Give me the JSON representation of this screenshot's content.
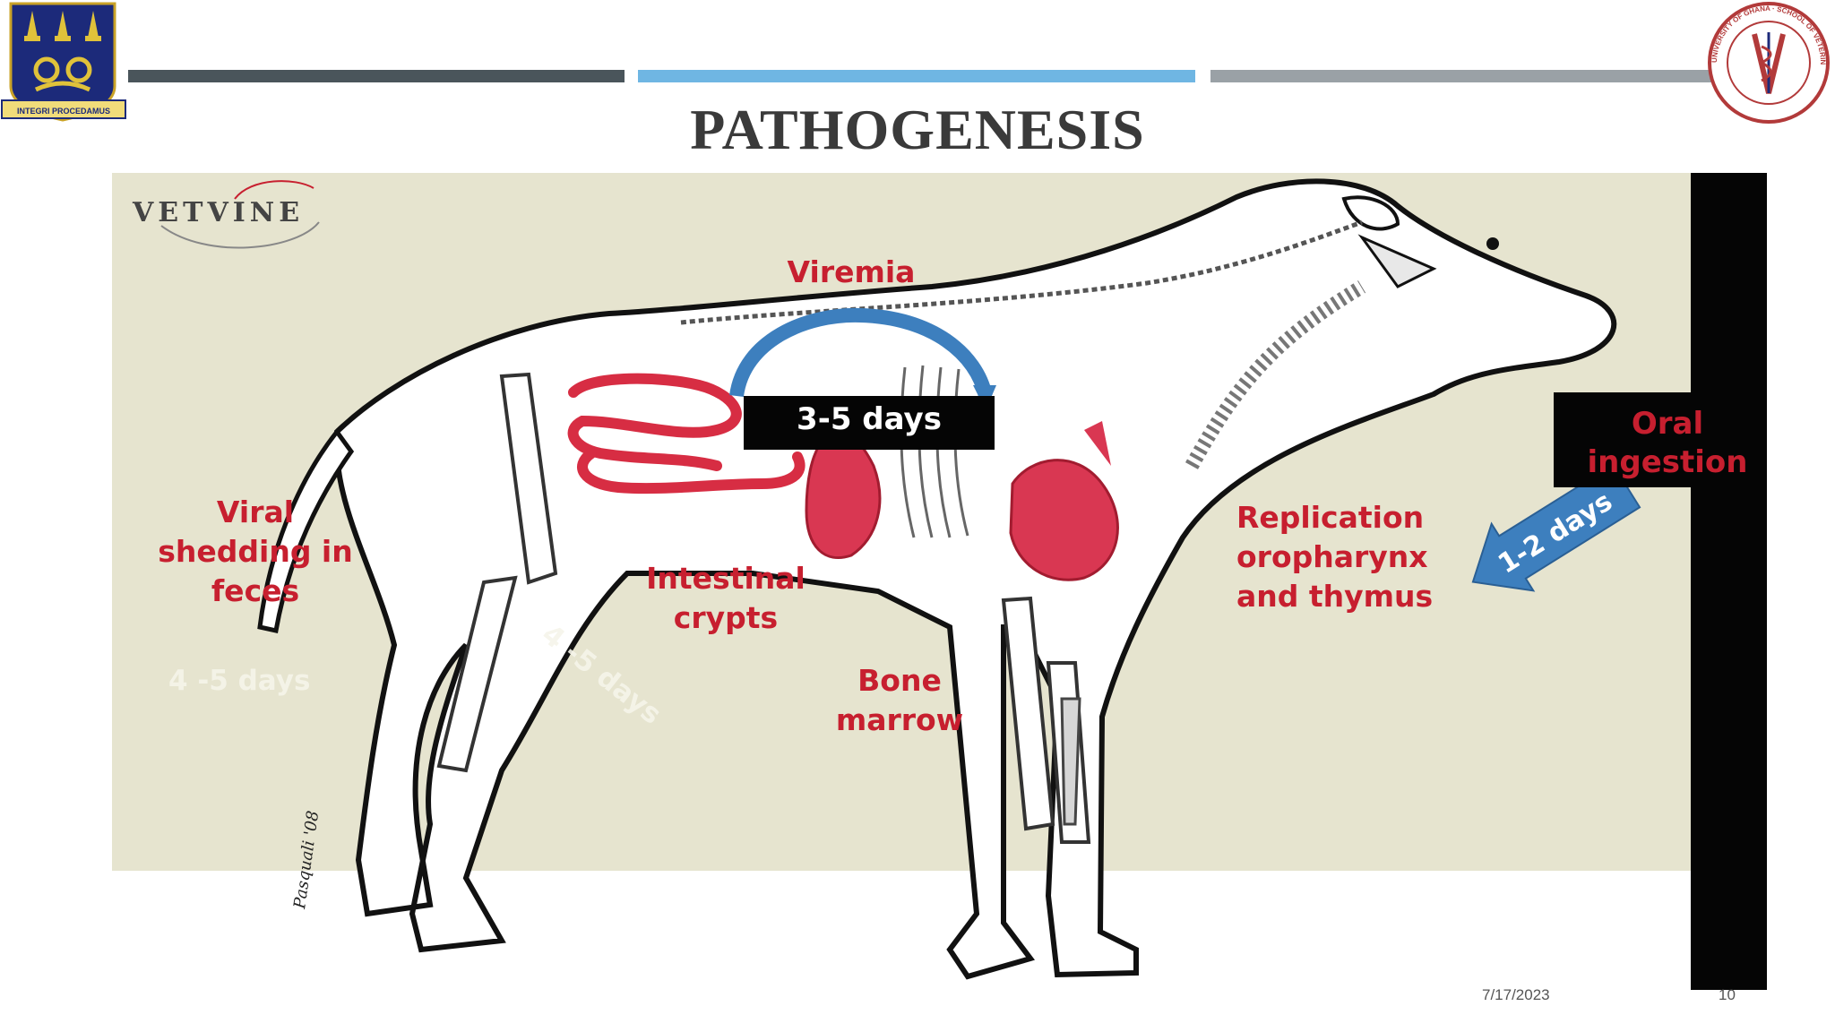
{
  "title": "PATHOGENESIS",
  "logos": {
    "left": {
      "motto": "INTEGRI PROCEDAMUS"
    },
    "right": {
      "ring_text": "UNIVERSITY OF GHANA · SCHOOL OF VETERINARY MEDICINE"
    }
  },
  "colors": {
    "bar1": "#4a555b",
    "bar2": "#6fb6e3",
    "bar3": "#9aa1a6",
    "label_red": "#c71f2f",
    "arrow_blue": "#3d7fbe",
    "panel_bg": "#e6e4cf"
  },
  "diagram": {
    "brand": "VETVINE",
    "signature": "Pasquali '08",
    "labels": {
      "viremia": "Viremia",
      "three_five_days": "3-5 days",
      "oral_line1": "Oral",
      "oral_line2": "ingestion",
      "one_two_days": "1-2 days",
      "replication_line1": "Replication",
      "replication_line2": "oropharynx",
      "replication_line3": "and thymus",
      "intestinal_line1": "Intestinal",
      "intestinal_line2": "crypts",
      "bone_line1": "Bone",
      "bone_line2": "marrow",
      "viral_line1": "Viral",
      "viral_line2": "shedding in",
      "viral_line3": "feces",
      "four_five_days_a": "4 -5 days",
      "four_five_days_b": "4 -5 days"
    }
  },
  "footer": {
    "date": "7/17/2023",
    "page": "10"
  }
}
